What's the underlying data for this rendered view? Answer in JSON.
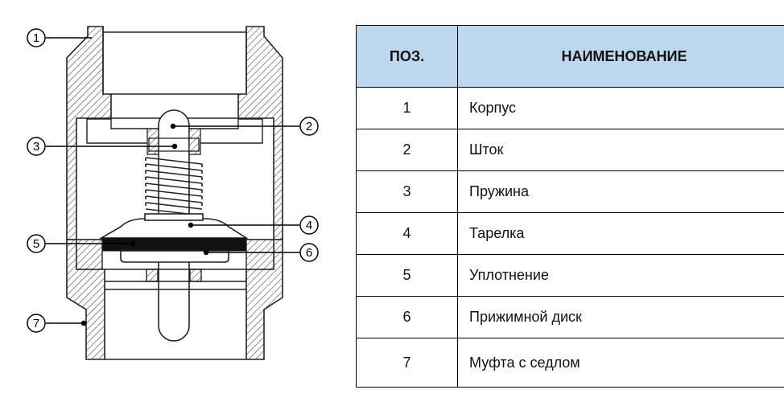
{
  "diagram": {
    "callouts": [
      "1",
      "2",
      "3",
      "4",
      "5",
      "6",
      "7"
    ]
  },
  "table": {
    "headers": {
      "position": "ПОЗ.",
      "name": "НАИМЕНОВАНИЕ"
    },
    "rows": [
      {
        "pos": "1",
        "name": "Корпус"
      },
      {
        "pos": "2",
        "name": "Шток"
      },
      {
        "pos": "3",
        "name": "Пружина"
      },
      {
        "pos": "4",
        "name": "Тарелка"
      },
      {
        "pos": "5",
        "name": "Уплотнение"
      },
      {
        "pos": "6",
        "name": "Прижимной диск"
      },
      {
        "pos": "7",
        "name": "Муфта с седлом"
      }
    ]
  },
  "colors": {
    "header_bg": "#bdd7ee",
    "line": "#000000"
  }
}
